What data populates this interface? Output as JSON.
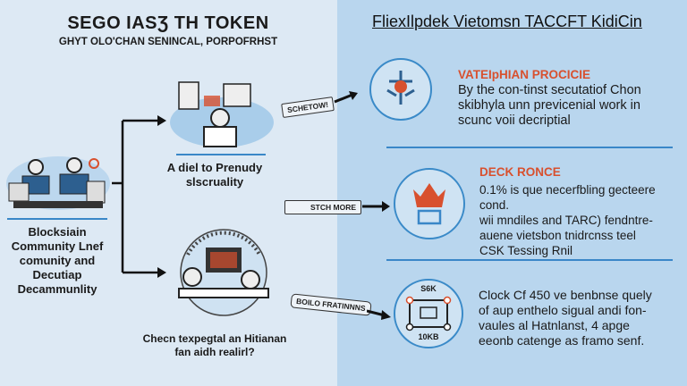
{
  "left": {
    "title": "SEGO IASƷ TH TOKEN",
    "subtitle": "GHYT OLO'CHAN SENINCAL, PORPOFRHST",
    "community_caption": [
      "Blocksiain",
      "Community Lnef",
      "comunity and",
      "Decutiap",
      "Decammunlity"
    ],
    "top_caption": [
      "A diel to Prenudy",
      "slscruality"
    ],
    "bottom_caption": [
      "Checn texpegtal an Hitianan",
      "fan aidh realirl?"
    ]
  },
  "tags": {
    "top": "SCHETOW!",
    "middle": "STCH MORE",
    "bottom": "BOILO FRATINNNS"
  },
  "right": {
    "title": "FliexIlpdek Vietomsn TACCFT KidiCin",
    "items": [
      {
        "heading": "VATEIpHIAN PROCICIE",
        "lines": [
          "By the con-tinst secutatiof Chon",
          "skibhyla unn previcenial work in",
          "scunc voii decriptial"
        ]
      },
      {
        "heading": "DECK RONCE",
        "lines": [
          "0.1% is que necerfbling gecteere cond.",
          "wii mndiles and TARC) fendntre-",
          "auene vietsbon tnidrcnss teel",
          "CSK Tessing Rnil"
        ]
      },
      {
        "heading": "",
        "lines": [
          "Clock Cf 450 ve benbnse quely",
          "of aup enthelo sigual andi fon-",
          "vaules al Hatnlanst, 4 apge",
          "eeonb catenge as framo senf."
        ]
      }
    ],
    "icon3_top": "S6K",
    "icon3_bottom": "10KB"
  },
  "colors": {
    "accent": "#3a87c8",
    "heading": "#d8502e",
    "left_bg": "#dde9f4",
    "right_bg": "#b9d6ee"
  }
}
